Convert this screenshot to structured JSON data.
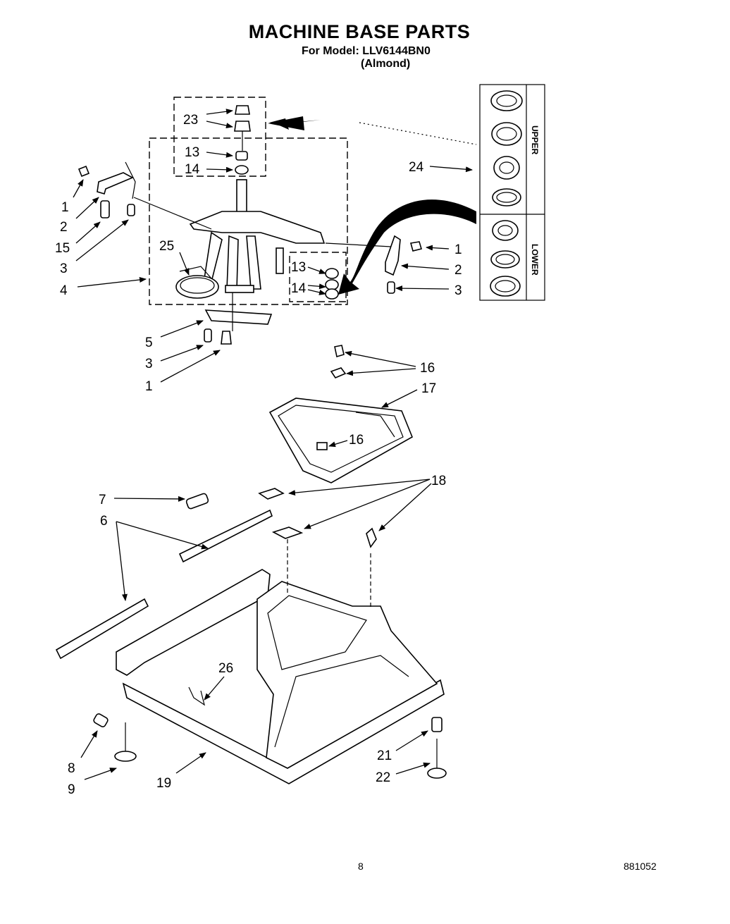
{
  "title": "MACHINE BASE PARTS",
  "model_line": "For Model: LLV6144BN0",
  "color_line": "(Almond)",
  "page_number": "8",
  "doc_code": "881052",
  "inset_labels": {
    "upper": "UPPER",
    "lower": "LOWER"
  },
  "callouts": [
    "1",
    "2",
    "3",
    "4",
    "5",
    "6",
    "7",
    "8",
    "9",
    "13",
    "14",
    "15",
    "16",
    "17",
    "18",
    "19",
    "21",
    "22",
    "23",
    "24",
    "25",
    "26"
  ]
}
